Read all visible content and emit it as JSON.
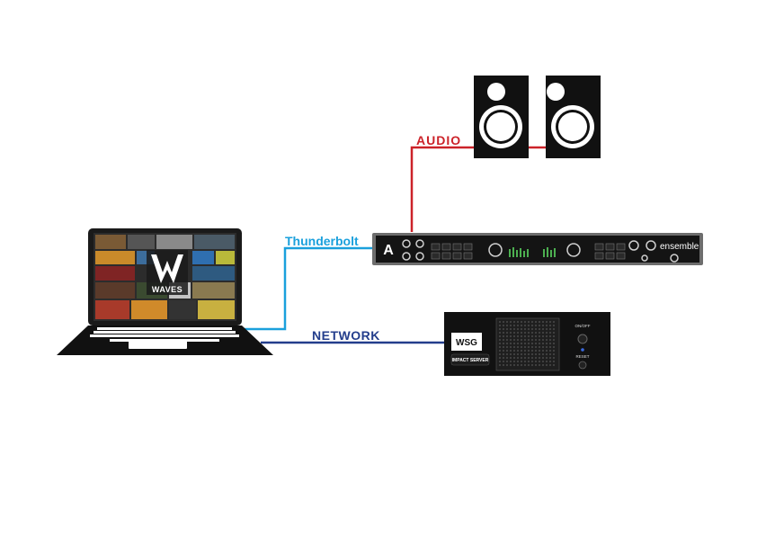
{
  "colors": {
    "audio": "#cc2229",
    "thunderbolt": "#1aa0dc",
    "network": "#233d8c",
    "device_black": "#111111"
  },
  "labels": {
    "audio": "AUDIO",
    "thunderbolt": "Thunderbolt",
    "network": "NETWORK"
  },
  "devices": {
    "laptop": {
      "screen_logo": "WAVES"
    },
    "interface": {
      "brand_letter": "A",
      "name": "ensemble"
    },
    "server": {
      "logo": "WSG",
      "label": "IMPACT SERVER",
      "power_label": "ON/OFF",
      "reset_label": "RESET"
    }
  }
}
